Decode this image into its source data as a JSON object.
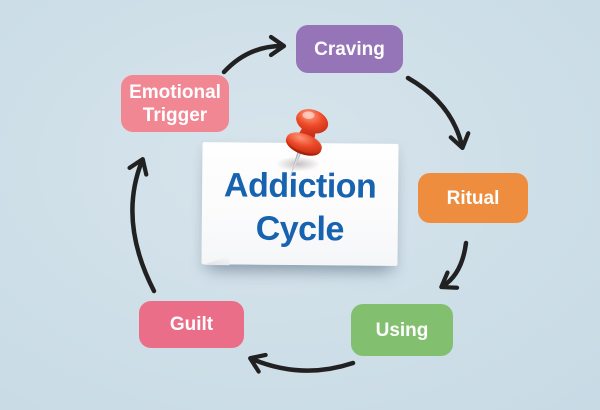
{
  "diagram": {
    "title": {
      "line1": "Addiction",
      "line2": "Cycle"
    },
    "title_color": "#1763af",
    "card_color": "#ffffff",
    "background": {
      "center": "#d7e4ec",
      "edge": "#c2d4e0"
    },
    "arrow_color": "#212121",
    "pin_icon": "red-pushpin",
    "stages": [
      {
        "label": "Craving",
        "color": "#9574b7"
      },
      {
        "label": "Ritual",
        "color": "#ee8d3e"
      },
      {
        "label": "Using",
        "color": "#82c070"
      },
      {
        "label": "Guilt",
        "color": "#eb6e89"
      },
      {
        "label": "Emotional Trigger",
        "color": "#f28794"
      }
    ],
    "flow": [
      {
        "from": "Emotional Trigger",
        "to": "Craving"
      },
      {
        "from": "Craving",
        "to": "Ritual"
      },
      {
        "from": "Ritual",
        "to": "Using"
      },
      {
        "from": "Using",
        "to": "Guilt"
      },
      {
        "from": "Guilt",
        "to": "Emotional Trigger"
      }
    ]
  }
}
